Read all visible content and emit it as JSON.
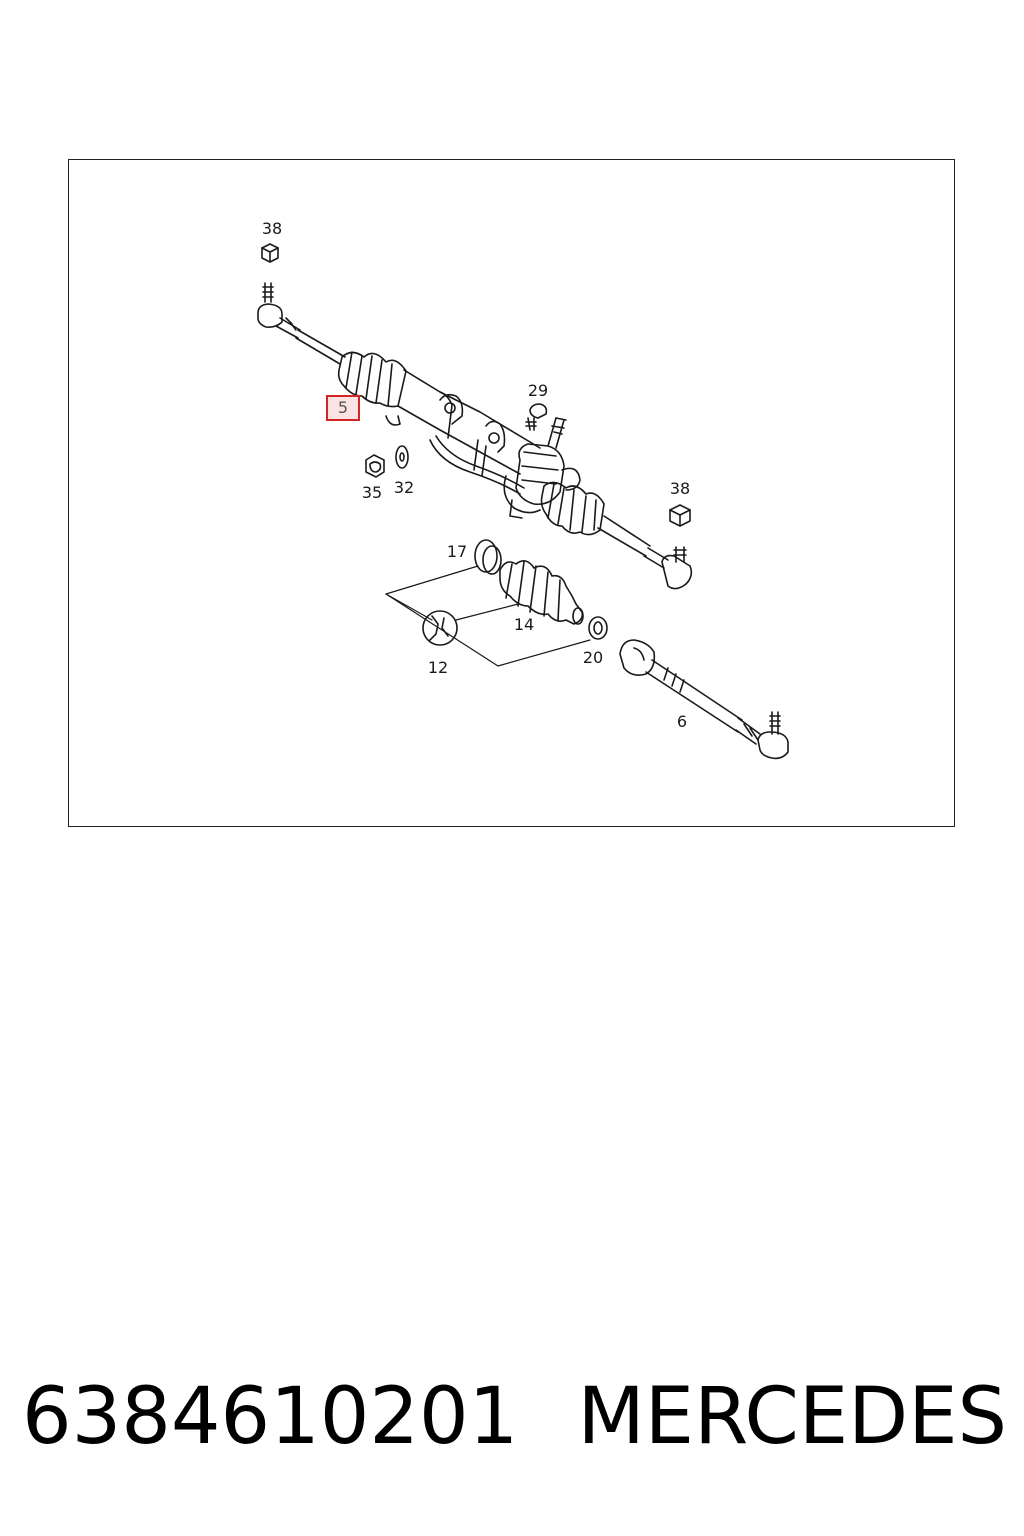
{
  "diagram": {
    "callouts": {
      "c38a": "38",
      "c29": "29",
      "c5": "5",
      "c35": "35",
      "c32": "32",
      "c38b": "38",
      "c17": "17",
      "c14": "14",
      "c12": "12",
      "c20": "20",
      "c6": "6"
    },
    "highlight_color": "#d42525"
  },
  "footer": {
    "part_number": "6384610201",
    "brand": "MERCEDES"
  }
}
